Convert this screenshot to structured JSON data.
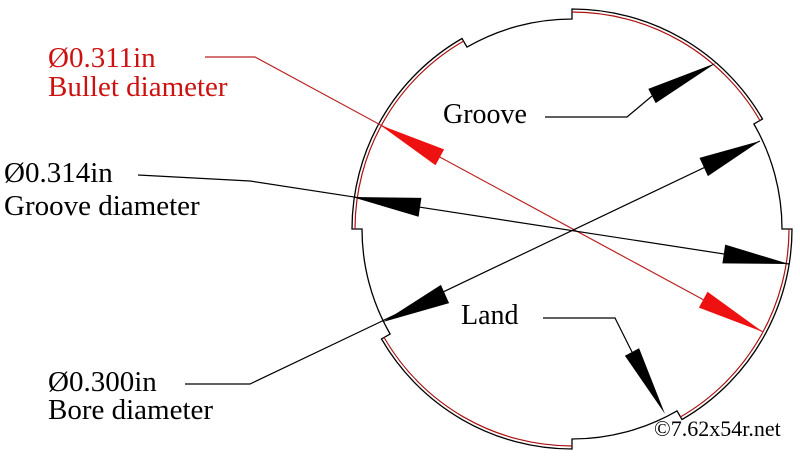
{
  "diagram": {
    "bullet_label": {
      "diameter": "Ø0.311in",
      "name": "Bullet diameter"
    },
    "groove_diameter_label": {
      "diameter": "Ø0.314in",
      "name": "Groove diameter"
    },
    "bore_label": {
      "diameter": "Ø0.300in",
      "name": "Bore diameter"
    },
    "callouts": {
      "groove": "Groove",
      "land": "Land"
    },
    "copyright": "©7.62x54r.net"
  },
  "colors": {
    "bullet_circle_red": "#aa1111",
    "dimension_line_red": "#bb2222",
    "arrow_red": "#ee1111",
    "label_red": "#cc1111",
    "line_black": "#000000",
    "background": "#ffffff"
  }
}
